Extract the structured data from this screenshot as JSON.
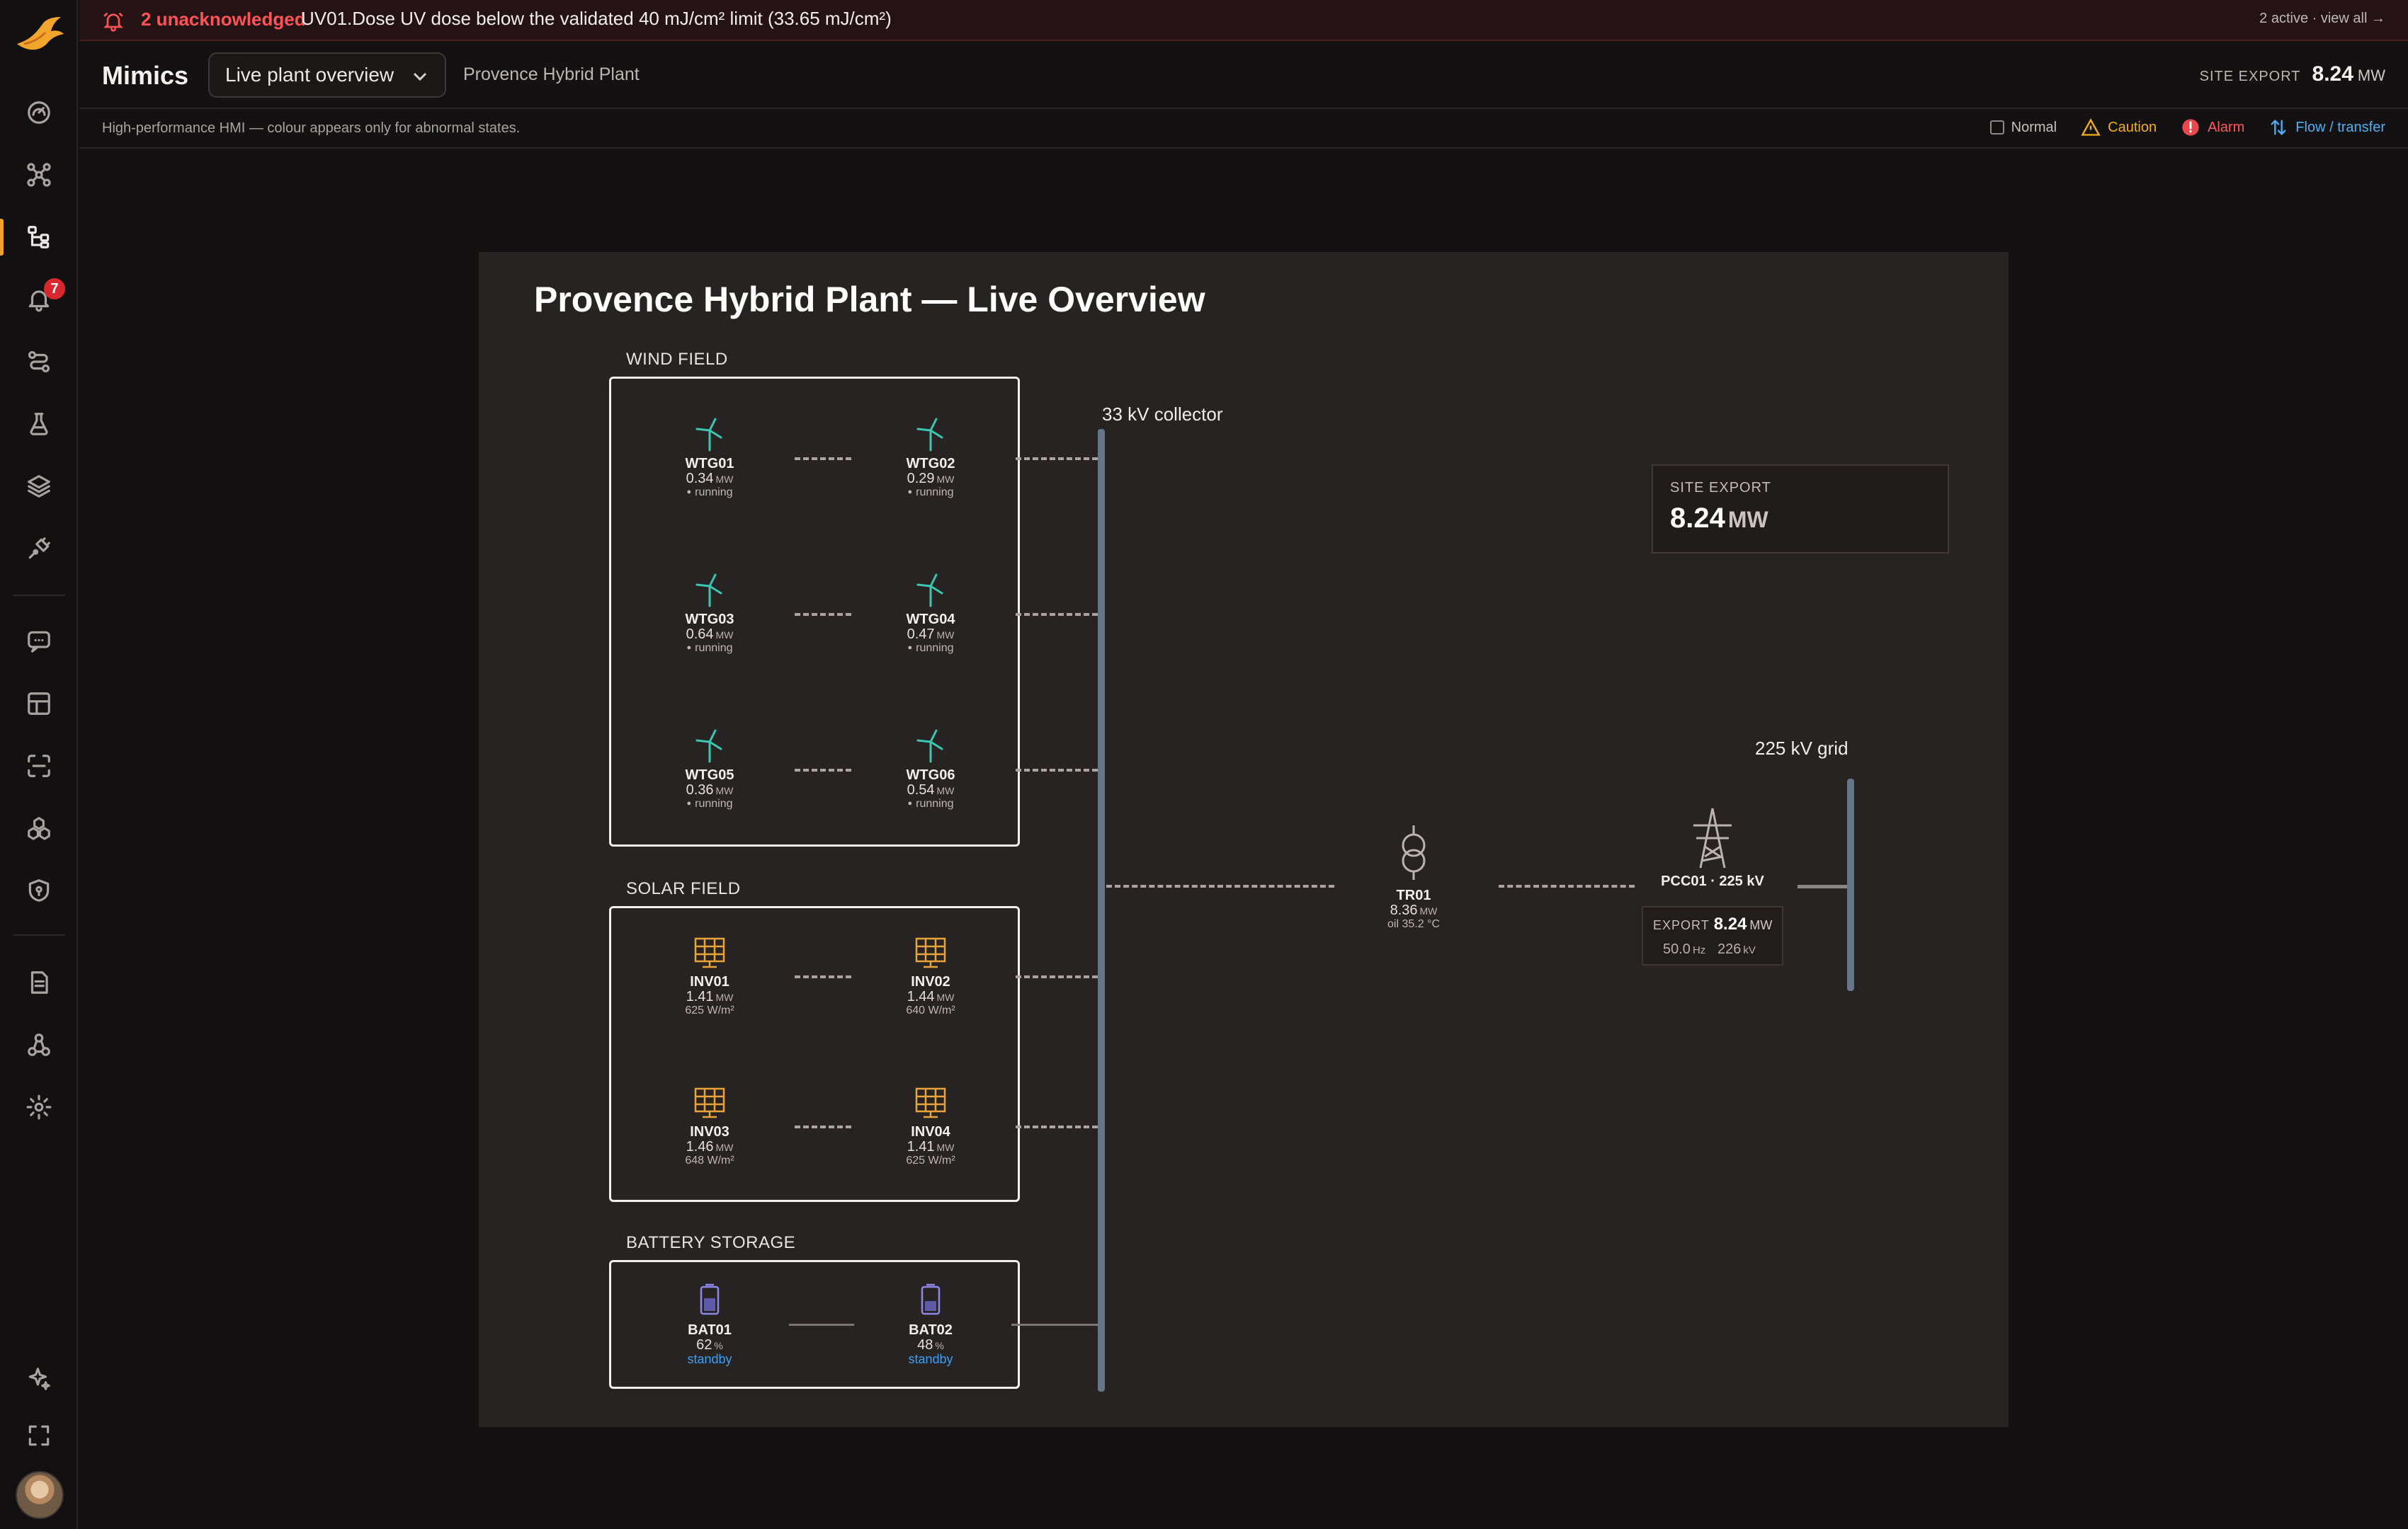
{
  "sidebar": {
    "items": [
      {
        "icon": "gauge-icon"
      },
      {
        "icon": "network-icon"
      },
      {
        "icon": "mimic-diagram-icon",
        "active": true
      },
      {
        "icon": "bell-icon",
        "badge": "7"
      },
      {
        "icon": "route-icon"
      },
      {
        "icon": "flask-icon"
      },
      {
        "icon": "layers-icon"
      },
      {
        "icon": "plug-icon"
      },
      {
        "icon": "chat-icon"
      },
      {
        "icon": "grid-icon"
      },
      {
        "icon": "scan-icon"
      },
      {
        "icon": "components-icon"
      },
      {
        "icon": "shield-icon"
      },
      {
        "icon": "document-icon"
      },
      {
        "icon": "hierarchy-icon"
      },
      {
        "icon": "gear-icon"
      },
      {
        "icon": "sparkle-icon"
      },
      {
        "icon": "fullscreen-icon"
      }
    ]
  },
  "alarm_banner": {
    "count_text": "2 unacknowledged",
    "message": "UV01.Dose UV dose below the validated 40 mJ/cm² limit (33.65 mJ/cm²)",
    "view_all": "2 active · view all →"
  },
  "header": {
    "title": "Mimics",
    "view_select": "Live plant overview",
    "plant_name": "Provence Hybrid Plant",
    "site_export_label": "SITE EXPORT",
    "site_export_value": "8.24",
    "site_export_unit": "MW"
  },
  "subheader": {
    "note": "High-performance HMI — colour appears only for abnormal states.",
    "legend": {
      "normal": "Normal",
      "caution": "Caution",
      "alarm": "Alarm",
      "flow": "Flow / transfer"
    }
  },
  "colors": {
    "accent": "#f0a02c",
    "alarm": "#ff5a5f",
    "caution": "#f2b01b",
    "flow": "#4fb0f5",
    "wind": "#3cc6b4",
    "solar": "#e8a33a",
    "battery": "#8d88e8",
    "bus": "#67758b"
  },
  "mimic": {
    "title": "Provence Hybrid Plant — Live Overview",
    "wind_label": "WIND FIELD",
    "solar_label": "SOLAR FIELD",
    "battery_label": "BATTERY STORAGE",
    "collector_label": "33 kV collector",
    "grid_label": "225 kV grid",
    "export_card": {
      "label": "SITE EXPORT",
      "value": "8.24",
      "unit": "MW"
    },
    "turbines": [
      {
        "tag": "WTG01",
        "value": "0.34",
        "unit": "MW",
        "status": "running"
      },
      {
        "tag": "WTG02",
        "value": "0.29",
        "unit": "MW",
        "status": "running"
      },
      {
        "tag": "WTG03",
        "value": "0.64",
        "unit": "MW",
        "status": "running"
      },
      {
        "tag": "WTG04",
        "value": "0.47",
        "unit": "MW",
        "status": "running"
      },
      {
        "tag": "WTG05",
        "value": "0.36",
        "unit": "MW",
        "status": "running"
      },
      {
        "tag": "WTG06",
        "value": "0.54",
        "unit": "MW",
        "status": "running"
      }
    ],
    "inverters": [
      {
        "tag": "INV01",
        "value": "1.41",
        "unit": "MW",
        "irradiance": "625",
        "irr_unit": "W/m²"
      },
      {
        "tag": "INV02",
        "value": "1.44",
        "unit": "MW",
        "irradiance": "640",
        "irr_unit": "W/m²"
      },
      {
        "tag": "INV03",
        "value": "1.46",
        "unit": "MW",
        "irradiance": "648",
        "irr_unit": "W/m²"
      },
      {
        "tag": "INV04",
        "value": "1.41",
        "unit": "MW",
        "irradiance": "625",
        "irr_unit": "W/m²"
      }
    ],
    "batteries": [
      {
        "tag": "BAT01",
        "soc": "62",
        "unit": "%",
        "status": "standby"
      },
      {
        "tag": "BAT02",
        "soc": "48",
        "unit": "%",
        "status": "standby"
      }
    ],
    "transformer": {
      "tag": "TR01",
      "value": "8.36",
      "unit": "MW",
      "oil_label": "oil",
      "oil_temp": "35.2",
      "oil_unit": "°C"
    },
    "pcc": {
      "tag": "PCC01 · 225 kV",
      "export_label": "EXPORT",
      "export_value": "8.24",
      "export_unit": "MW",
      "freq": "50.0",
      "freq_unit": "Hz",
      "voltage": "226",
      "voltage_unit": "kV"
    }
  }
}
